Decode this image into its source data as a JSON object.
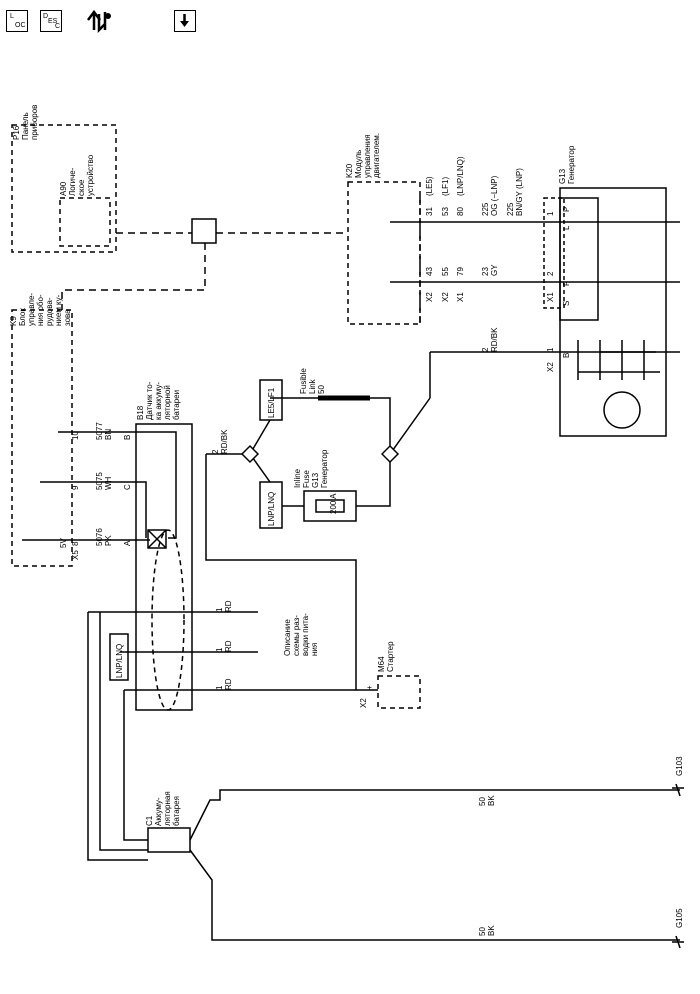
{
  "toolbar": {
    "loc_main": "L",
    "loc_sub": "OC",
    "desc_main": "D",
    "desc_sub1": "ES",
    "desc_sub2": "C",
    "tools_icon": "tools-arrows-icon",
    "down_icon": "arrow-down-icon"
  },
  "labels": {
    "p16_a": "P16",
    "p16_b": "Панель",
    "p16_c": "приборов",
    "a90_a": "A90",
    "a90_b": "Логиче-",
    "a90_c": "ское",
    "a90_d": "устройство",
    "k20_a": "K20",
    "k20_b": "Модуль",
    "k20_c": "управления",
    "k20_d": "двигателем.",
    "g13_a": "G13",
    "g13_b": "Генератор",
    "le5": "(LE5)",
    "lf1": "(LF1)",
    "lnp_lnq": "(LNP/LNQ)",
    "pin31": "31",
    "pin53": "53",
    "pin80": "80",
    "pin43": "43",
    "pin55": "55",
    "pin79": "79",
    "x2": "X2",
    "x1": "X1",
    "w225a": "225",
    "og": "OG (−LNP)",
    "w225b": "225",
    "bngy": "BN/GY (LNP)",
    "w23": "23",
    "gy": "GY",
    "gpin1": "1",
    "gpin2": "2",
    "gL": "L",
    "gP": "P",
    "gF": "F",
    "gS": "S",
    "gB": "B",
    "x1g": "X1",
    "w2": "2",
    "rdbk": "RD/BK",
    "x2g": "X2",
    "gx2pin": "1",
    "k9_a": "K9",
    "k9_b": "Блок",
    "k9_c": "управле-",
    "k9_d": "ния обо-",
    "k9_e": "рудова-",
    "k9_f": "нием ку-",
    "k9_g": "зова",
    "b18_a": "B18",
    "b18_b": "Датчик то-",
    "b18_c": "ка аккуму-",
    "b18_d": "ляторной",
    "b18_e": "батареи",
    "x5": "X5",
    "v5": "5V",
    "p10": "10",
    "p9": "9",
    "p8": "8",
    "w5077": "5077",
    "bn": "BN",
    "w5075": "5075",
    "wh": "WH",
    "w5076": "5076",
    "pk": "PK",
    "sB": "B",
    "sC": "C",
    "sA": "A",
    "le5lf1": "LE5/LF1",
    "lnplnq": "LNP/LNQ",
    "fl_a": "Fusible",
    "fl_b": "Link",
    "fl_c": "50",
    "if_a": "Inline",
    "if_b": "Fuse",
    "if_c": "G13",
    "if_d": "Генератор",
    "if_e": "200 A",
    "w2b": "2",
    "rdbk2": "RD/BK",
    "w1a": "1",
    "rda": "RD",
    "w1b": "1",
    "rdb": "RD",
    "w1c": "1",
    "rdc": "RD",
    "pd_a": "Описание",
    "pd_b": "схемы раз-",
    "pd_c": "водки пита-",
    "pd_d": "ния",
    "m64_a": "M64",
    "m64_b": "Стартер",
    "x2m": "X2",
    "plus": "+",
    "lnplnq2": "LNP/LNQ",
    "c1_a": "C1",
    "c1_b": "Аккуму-",
    "c1_c": "ляторная",
    "c1_d": "батарея",
    "w50a": "50",
    "bka": "BK",
    "w50b": "50",
    "bkb": "BK",
    "g103": "G103",
    "g105": "G105"
  }
}
